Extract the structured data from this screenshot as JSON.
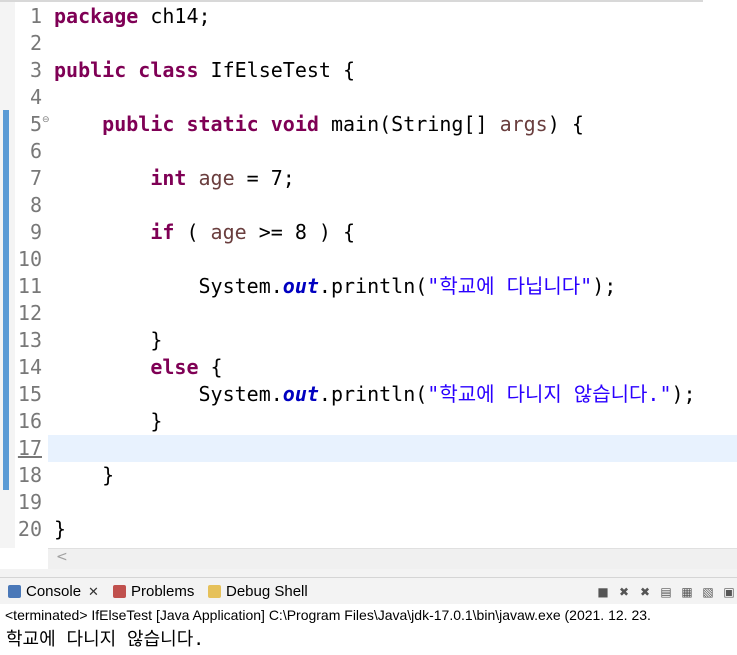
{
  "editor": {
    "lines": [
      {
        "num": "1",
        "tokens": [
          {
            "t": "package",
            "c": "kw"
          },
          {
            "t": " ch14;"
          }
        ]
      },
      {
        "num": "2",
        "tokens": []
      },
      {
        "num": "3",
        "tokens": [
          {
            "t": "public",
            "c": "kw"
          },
          {
            "t": " "
          },
          {
            "t": "class",
            "c": "kw"
          },
          {
            "t": " IfElseTest {"
          }
        ]
      },
      {
        "num": "4",
        "tokens": []
      },
      {
        "num": "5",
        "fold": "⊖",
        "tokens": [
          {
            "t": "    "
          },
          {
            "t": "public",
            "c": "kw"
          },
          {
            "t": " "
          },
          {
            "t": "static",
            "c": "kw"
          },
          {
            "t": " "
          },
          {
            "t": "void",
            "c": "kw"
          },
          {
            "t": " main(String[] "
          },
          {
            "t": "args",
            "c": "var"
          },
          {
            "t": ") {"
          }
        ]
      },
      {
        "num": "6",
        "tokens": []
      },
      {
        "num": "7",
        "tokens": [
          {
            "t": "        "
          },
          {
            "t": "int",
            "c": "kw"
          },
          {
            "t": " "
          },
          {
            "t": "age",
            "c": "var"
          },
          {
            "t": " = 7;"
          }
        ]
      },
      {
        "num": "8",
        "tokens": []
      },
      {
        "num": "9",
        "tokens": [
          {
            "t": "        "
          },
          {
            "t": "if",
            "c": "kw"
          },
          {
            "t": " ( "
          },
          {
            "t": "age",
            "c": "var"
          },
          {
            "t": " >= 8 ) {"
          }
        ]
      },
      {
        "num": "10",
        "tokens": []
      },
      {
        "num": "11",
        "tokens": [
          {
            "t": "            System."
          },
          {
            "t": "out",
            "c": "fld"
          },
          {
            "t": ".println("
          },
          {
            "t": "\"학교에 다닙니다\"",
            "c": "str"
          },
          {
            "t": ");"
          }
        ]
      },
      {
        "num": "12",
        "tokens": []
      },
      {
        "num": "13",
        "tokens": [
          {
            "t": "        }"
          }
        ]
      },
      {
        "num": "14",
        "tokens": [
          {
            "t": "        "
          },
          {
            "t": "else",
            "c": "kw"
          },
          {
            "t": " {"
          }
        ]
      },
      {
        "num": "15",
        "tokens": [
          {
            "t": "            System."
          },
          {
            "t": "out",
            "c": "fld"
          },
          {
            "t": ".println("
          },
          {
            "t": "\"학교에 다니지 않습니다.\"",
            "c": "str"
          },
          {
            "t": ");"
          }
        ]
      },
      {
        "num": "16",
        "tokens": [
          {
            "t": "        }"
          }
        ]
      },
      {
        "num": "17",
        "current": true,
        "tokens": []
      },
      {
        "num": "18",
        "tokens": [
          {
            "t": "    }"
          }
        ]
      },
      {
        "num": "19",
        "tokens": []
      },
      {
        "num": "20",
        "tokens": [
          {
            "t": "}"
          }
        ]
      }
    ],
    "scroll_left_glyph": "<"
  },
  "console": {
    "tabs": [
      {
        "label": "Console",
        "icon": "console-icon",
        "active": true,
        "close": "✕"
      },
      {
        "label": "Problems",
        "icon": "problems-icon"
      },
      {
        "label": "Debug Shell",
        "icon": "debug-shell-icon"
      }
    ],
    "toolbar": [
      {
        "name": "terminate-icon",
        "glyph": "■"
      },
      {
        "name": "remove-launch-icon",
        "glyph": "✖"
      },
      {
        "name": "remove-all-icon",
        "glyph": "✖"
      },
      {
        "name": "clear-console-icon",
        "glyph": "▤"
      },
      {
        "name": "scroll-lock-icon",
        "glyph": "▦"
      },
      {
        "name": "word-wrap-icon",
        "glyph": "▧"
      },
      {
        "name": "pin-console-icon",
        "glyph": "▣"
      }
    ],
    "status": "<terminated> IfElseTest [Java Application] C:\\Program Files\\Java\\jdk-17.0.1\\bin\\javaw.exe  (2021. 12. 23.",
    "output": "학교에 다니지 않습니다."
  },
  "colors": {
    "keyword": "#7f0055",
    "local_var": "#6a3e3e",
    "static_field": "#0000c0",
    "string": "#2a00ff",
    "current_line": "#e8f2fe",
    "change_bar": "#5b9bd5"
  }
}
